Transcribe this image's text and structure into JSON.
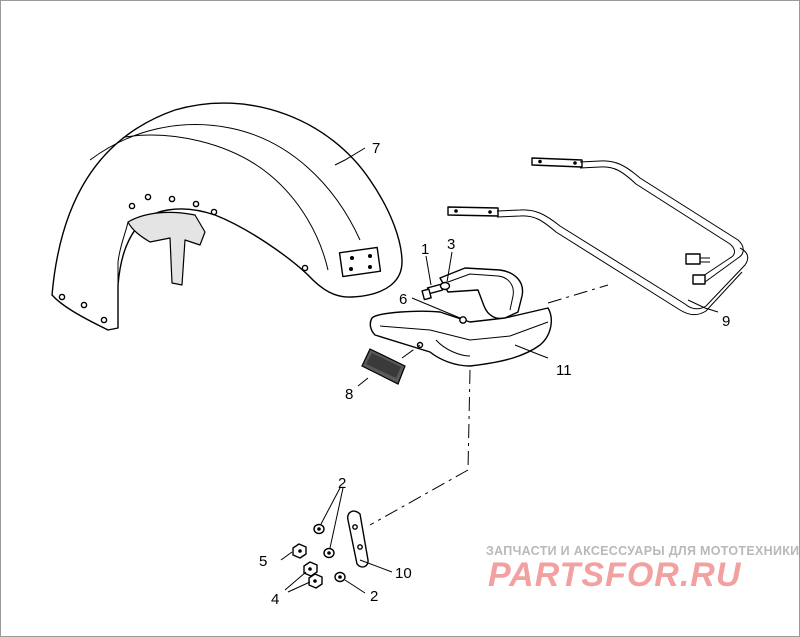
{
  "callouts": {
    "c1": "1",
    "c2a": "2",
    "c2b": "2",
    "c3": "3",
    "c4": "4",
    "c5": "5",
    "c6": "6",
    "c7": "7",
    "c8": "8",
    "c9": "9",
    "c10": "10",
    "c11": "11"
  },
  "watermark": {
    "tagline": "ЗАПЧАСТИ И АКСЕССУАРЫ ДЛЯ МОТОТЕХНИКИ",
    "logo": "PARTSFOR.RU",
    "logo_color": "#f2a0a0"
  }
}
